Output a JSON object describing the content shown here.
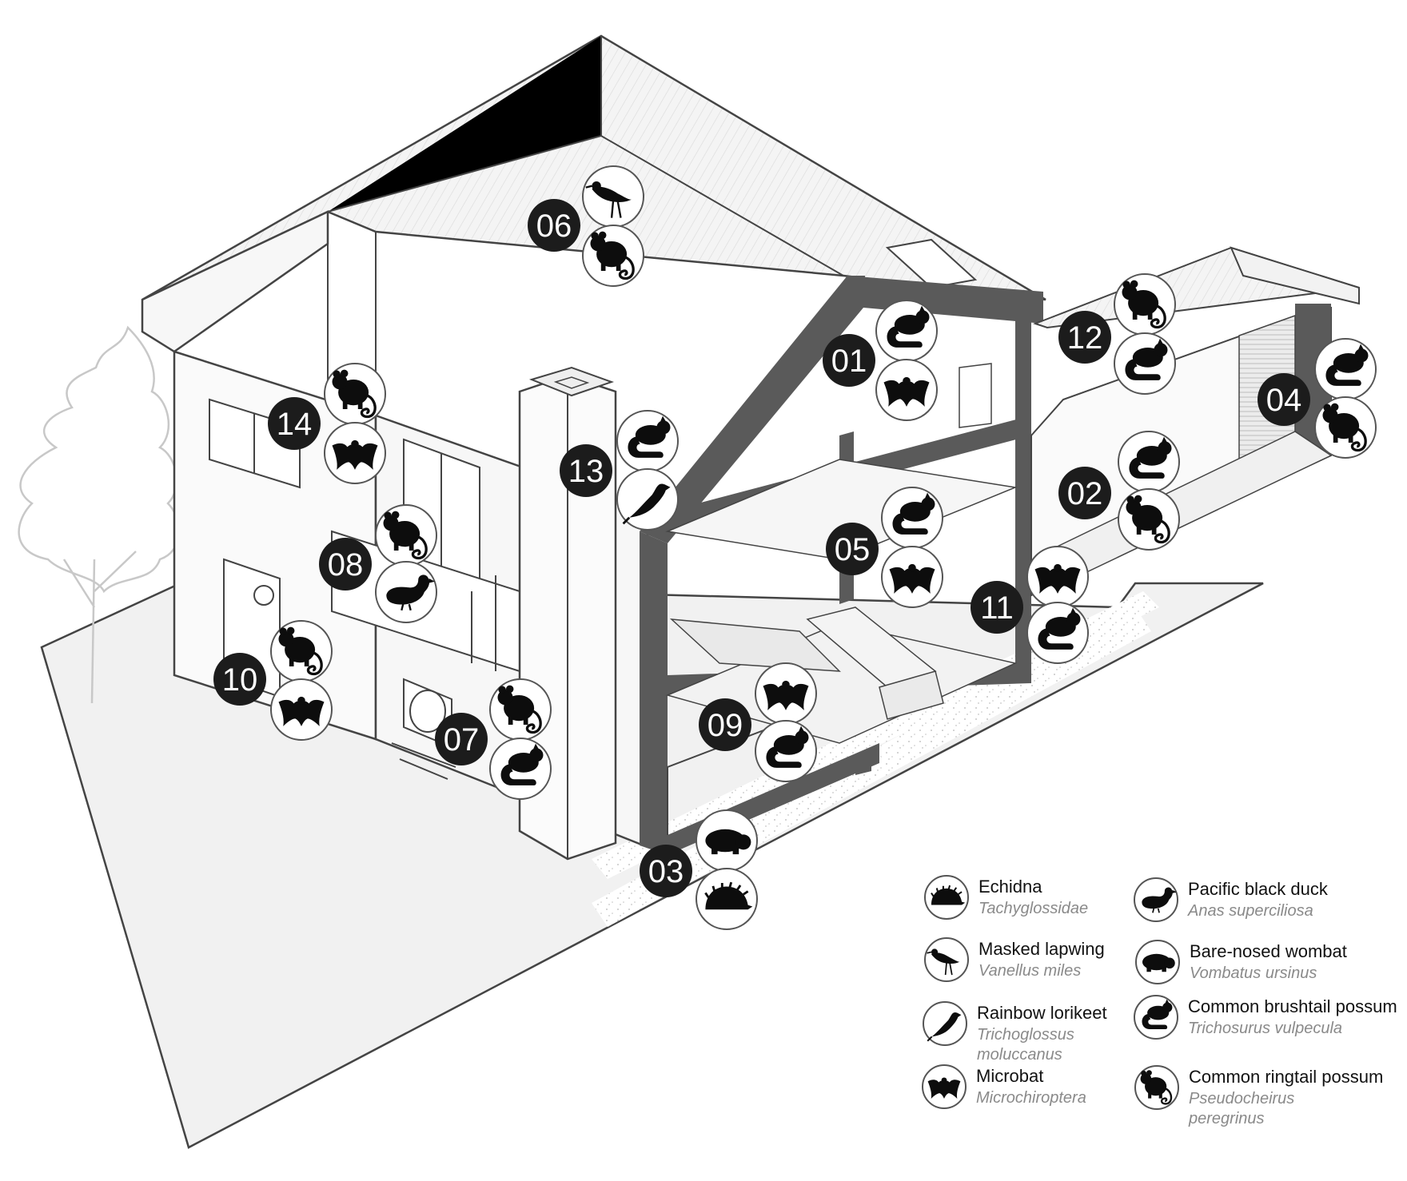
{
  "colors": {
    "wall_line": "#3f3f3f",
    "section_cut": "#5a5a5a",
    "ground": "#efefef",
    "roof": "#f2f2f2",
    "marker_fill": "#1c1c1c",
    "marker_text": "#ffffff",
    "icon_fill": "#0d0d0d",
    "scientific_name": "#8a8a8a"
  },
  "markers": [
    {
      "id": "01",
      "icons": [
        "brushtail-possum",
        "microbat"
      ]
    },
    {
      "id": "02",
      "icons": [
        "brushtail-possum",
        "ringtail-possum"
      ]
    },
    {
      "id": "03",
      "icons": [
        "wombat",
        "echidna"
      ]
    },
    {
      "id": "04",
      "icons": [
        "brushtail-possum",
        "ringtail-possum"
      ]
    },
    {
      "id": "05",
      "icons": [
        "brushtail-possum",
        "microbat"
      ]
    },
    {
      "id": "06",
      "icons": [
        "lapwing",
        "ringtail-possum"
      ]
    },
    {
      "id": "07",
      "icons": [
        "ringtail-possum",
        "brushtail-possum"
      ]
    },
    {
      "id": "08",
      "icons": [
        "ringtail-possum",
        "duck"
      ]
    },
    {
      "id": "09",
      "icons": [
        "microbat",
        "brushtail-possum"
      ]
    },
    {
      "id": "10",
      "icons": [
        "ringtail-possum",
        "microbat"
      ]
    },
    {
      "id": "11",
      "icons": [
        "microbat",
        "brushtail-possum"
      ]
    },
    {
      "id": "12",
      "icons": [
        "ringtail-possum",
        "brushtail-possum"
      ]
    },
    {
      "id": "13",
      "icons": [
        "brushtail-possum",
        "lorikeet"
      ]
    },
    {
      "id": "14",
      "icons": [
        "ringtail-possum",
        "microbat"
      ]
    }
  ],
  "legend": [
    {
      "icon": "echidna",
      "name": "Echidna",
      "scientific": [
        "Tachyglossidae"
      ]
    },
    {
      "icon": "lapwing",
      "name": "Masked lapwing",
      "scientific": [
        "Vanellus miles"
      ]
    },
    {
      "icon": "lorikeet",
      "name": "Rainbow lorikeet",
      "scientific": [
        "Trichoglossus",
        "moluccanus"
      ]
    },
    {
      "icon": "microbat",
      "name": "Microbat",
      "scientific": [
        "Microchiroptera"
      ]
    },
    {
      "icon": "duck",
      "name": "Pacific black duck",
      "scientific": [
        "Anas superciliosa"
      ]
    },
    {
      "icon": "wombat",
      "name": "Bare-nosed wombat",
      "scientific": [
        "Vombatus ursinus"
      ]
    },
    {
      "icon": "brushtail-possum",
      "name": "Common brushtail possum",
      "scientific": [
        "Trichosurus vulpecula"
      ]
    },
    {
      "icon": "ringtail-possum",
      "name": "Common ringtail possum",
      "scientific": [
        "Pseudocheirus",
        "peregrinus"
      ]
    }
  ]
}
